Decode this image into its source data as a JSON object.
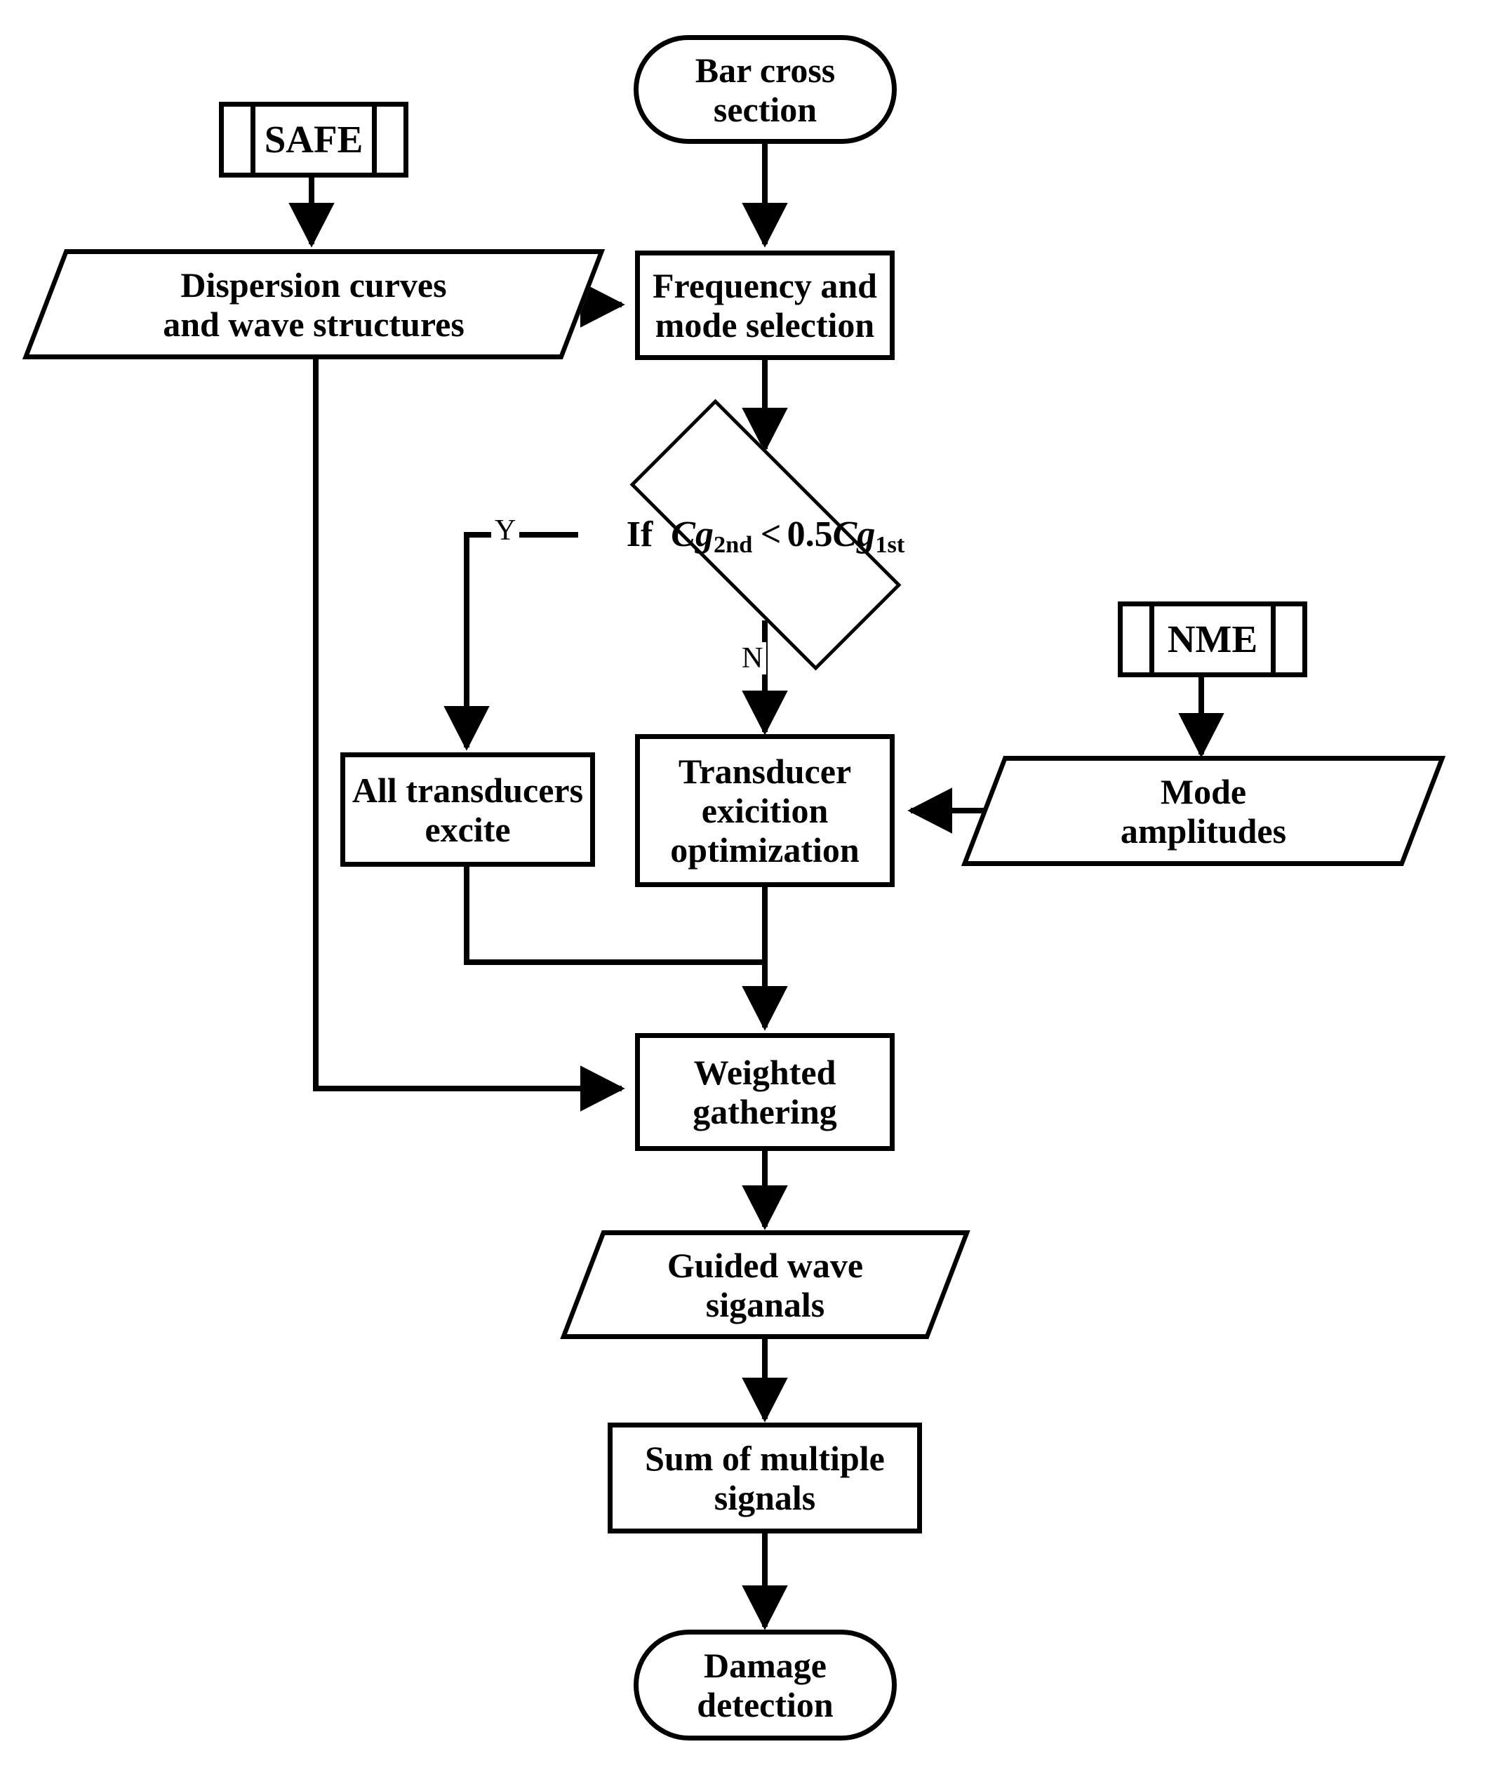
{
  "diagram": {
    "title": "Guided wave damage detection workflow flowchart",
    "background_color": "#ffffff",
    "line_color": "#000000",
    "nodes": {
      "safe": {
        "label": "SAFE",
        "shape": "predefined-process"
      },
      "bar_cross_section": {
        "label": "Bar cross\nsection",
        "shape": "terminator"
      },
      "dispersion_curves": {
        "label": "Dispersion curves\nand wave structures",
        "shape": "data"
      },
      "frequency_mode_selection": {
        "label": "Frequency and\nmode selection",
        "shape": "process"
      },
      "decision": {
        "shape": "decision",
        "label": "If  Cg2nd < 0.5Cg1st",
        "prefix": "If",
        "lhs_symbol": "Cg",
        "lhs_subscript": "2nd",
        "operator": "<",
        "coefficient": "0.5",
        "rhs_symbol": "Cg",
        "rhs_subscript": "1st",
        "yes_label": "Y",
        "no_label": "N"
      },
      "all_transducers_excite": {
        "label": "All transducers\nexcite",
        "shape": "process"
      },
      "transducer_excitation_optimization": {
        "label": "Transducer\nexicition\noptimization",
        "shape": "process"
      },
      "nme": {
        "label": "NME",
        "shape": "predefined-process"
      },
      "mode_amplitudes": {
        "label": "Mode\namplitudes",
        "shape": "data"
      },
      "weighted_gathering": {
        "label": "Weighted\ngathering",
        "shape": "process"
      },
      "guided_wave_signals": {
        "label": "Guided wave\nsiganals",
        "shape": "data"
      },
      "sum_of_multiple_signals": {
        "label": "Sum of multiple\nsignals",
        "shape": "process"
      },
      "damage_detection": {
        "label": "Damage\ndetection",
        "shape": "terminator"
      }
    },
    "edges": [
      {
        "from": "safe",
        "to": "dispersion_curves",
        "label": ""
      },
      {
        "from": "bar_cross_section",
        "to": "frequency_mode_selection",
        "label": ""
      },
      {
        "from": "dispersion_curves",
        "to": "frequency_mode_selection",
        "label": ""
      },
      {
        "from": "dispersion_curves",
        "to": "weighted_gathering",
        "label": ""
      },
      {
        "from": "frequency_mode_selection",
        "to": "decision",
        "label": ""
      },
      {
        "from": "decision",
        "to": "all_transducers_excite",
        "label": "Y"
      },
      {
        "from": "decision",
        "to": "transducer_excitation_optimization",
        "label": "N"
      },
      {
        "from": "nme",
        "to": "mode_amplitudes",
        "label": ""
      },
      {
        "from": "mode_amplitudes",
        "to": "transducer_excitation_optimization",
        "label": ""
      },
      {
        "from": "all_transducers_excite",
        "to": "weighted_gathering",
        "label": ""
      },
      {
        "from": "transducer_excitation_optimization",
        "to": "weighted_gathering",
        "label": ""
      },
      {
        "from": "weighted_gathering",
        "to": "guided_wave_signals",
        "label": ""
      },
      {
        "from": "guided_wave_signals",
        "to": "sum_of_multiple_signals",
        "label": ""
      },
      {
        "from": "sum_of_multiple_signals",
        "to": "damage_detection",
        "label": ""
      }
    ]
  }
}
